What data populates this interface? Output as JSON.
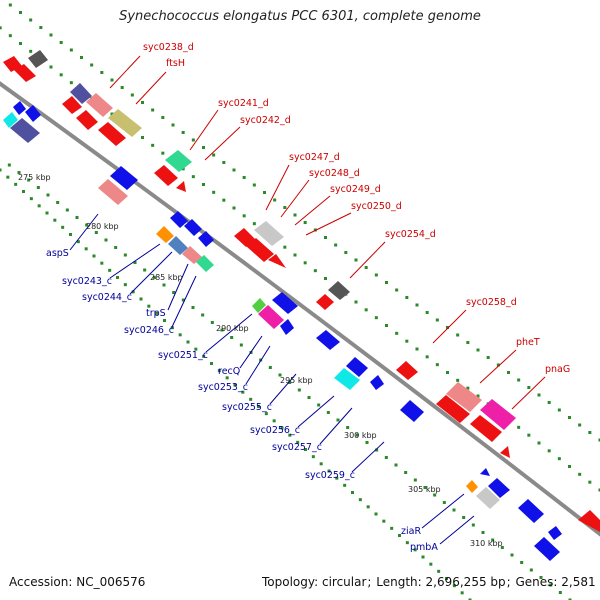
{
  "title": "Synechococcus elongatus PCC 6301, complete genome",
  "accession": "Accession: NC_006576",
  "topology": "Topology: circular",
  "length": "Length: 2,696,255 bp",
  "genes": "Genes: 2,581",
  "colors": {
    "backbone": "#8a8a8a",
    "tick_dots": "#2a8a2a",
    "forward_label": "#cc0000",
    "reverse_label": "#000099",
    "red": "#ee1111",
    "pink": "#ee8888",
    "olive": "#c8c070",
    "slate": "#5050a0",
    "gray": "#555555",
    "lightgray": "#c8c8c8",
    "blue": "#1010e8",
    "cyan": "#10e8e8",
    "teal": "#30d890",
    "steelblue": "#5080c0",
    "orange": "#ff9000",
    "lime": "#50d040",
    "magenta": "#ee20a8"
  },
  "scale_ticks": [
    {
      "label": "275 kbp"
    },
    {
      "label": "280 kbp"
    },
    {
      "label": "285 kbp"
    },
    {
      "label": "290 kbp"
    },
    {
      "label": "295 kbp"
    },
    {
      "label": "300 kbp"
    },
    {
      "label": "305 kbp"
    },
    {
      "label": "310 kbp"
    }
  ],
  "forward_labels": [
    {
      "text": "syc0238_d"
    },
    {
      "text": "ftsH"
    },
    {
      "text": "syc0241_d"
    },
    {
      "text": "syc0242_d"
    },
    {
      "text": "syc0247_d"
    },
    {
      "text": "syc0248_d"
    },
    {
      "text": "syc0249_d"
    },
    {
      "text": "syc0250_d"
    },
    {
      "text": "syc0254_d"
    },
    {
      "text": "syc0258_d"
    },
    {
      "text": "pheT"
    },
    {
      "text": "pnaG"
    }
  ],
  "reverse_labels": [
    {
      "text": "aspS"
    },
    {
      "text": "syc0243_c"
    },
    {
      "text": "syc0244_c"
    },
    {
      "text": "trpS"
    },
    {
      "text": "syc0246_c"
    },
    {
      "text": "syc0251_c"
    },
    {
      "text": "recQ"
    },
    {
      "text": "syc0253_c"
    },
    {
      "text": "syc0255_c"
    },
    {
      "text": "syc0256_c"
    },
    {
      "text": "syc0257_c"
    },
    {
      "text": "syc0259_c"
    },
    {
      "text": "ziaR"
    },
    {
      "text": "pmbA"
    }
  ]
}
